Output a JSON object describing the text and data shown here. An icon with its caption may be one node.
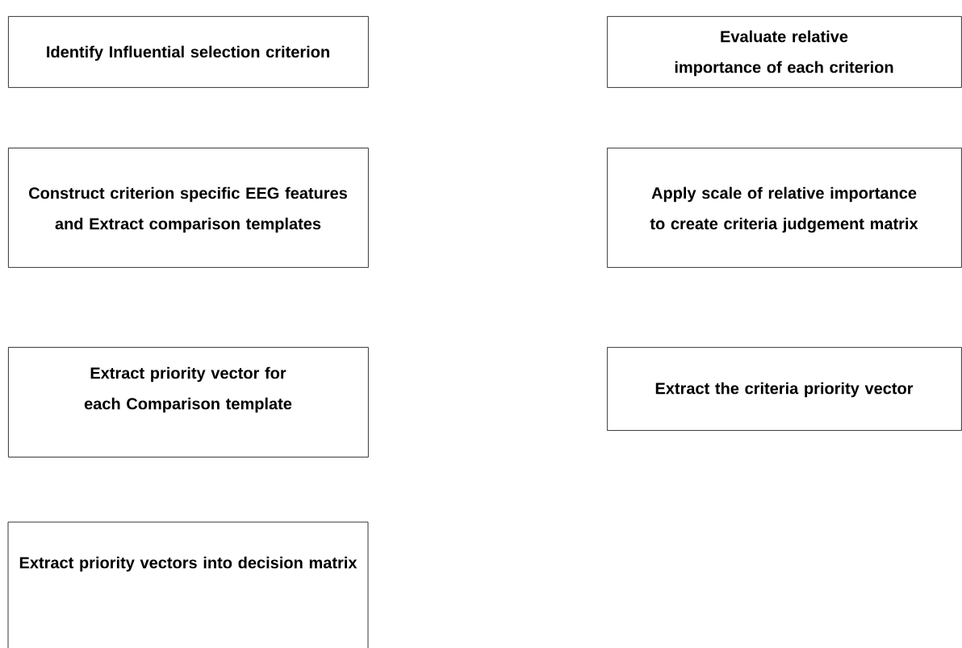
{
  "diagram": {
    "nodes": [
      {
        "text": [
          "Identify Influential selection criterion"
        ]
      },
      {
        "text": [
          "Evaluate relative importance of each criterion"
        ]
      },
      {
        "text": [
          "Construct criterion specific EEG features and Extract comparison templates"
        ]
      },
      {
        "text": [
          "Apply scale of relative importance to create criteria judgement matrix"
        ]
      },
      {
        "text": [
          "Extract priority vector for each Comparison template"
        ]
      },
      {
        "text": [
          "Extract the criteria priority vector"
        ]
      },
      {
        "text": [
          "Extract priority vectors into decision matrix"
        ]
      }
    ]
  }
}
